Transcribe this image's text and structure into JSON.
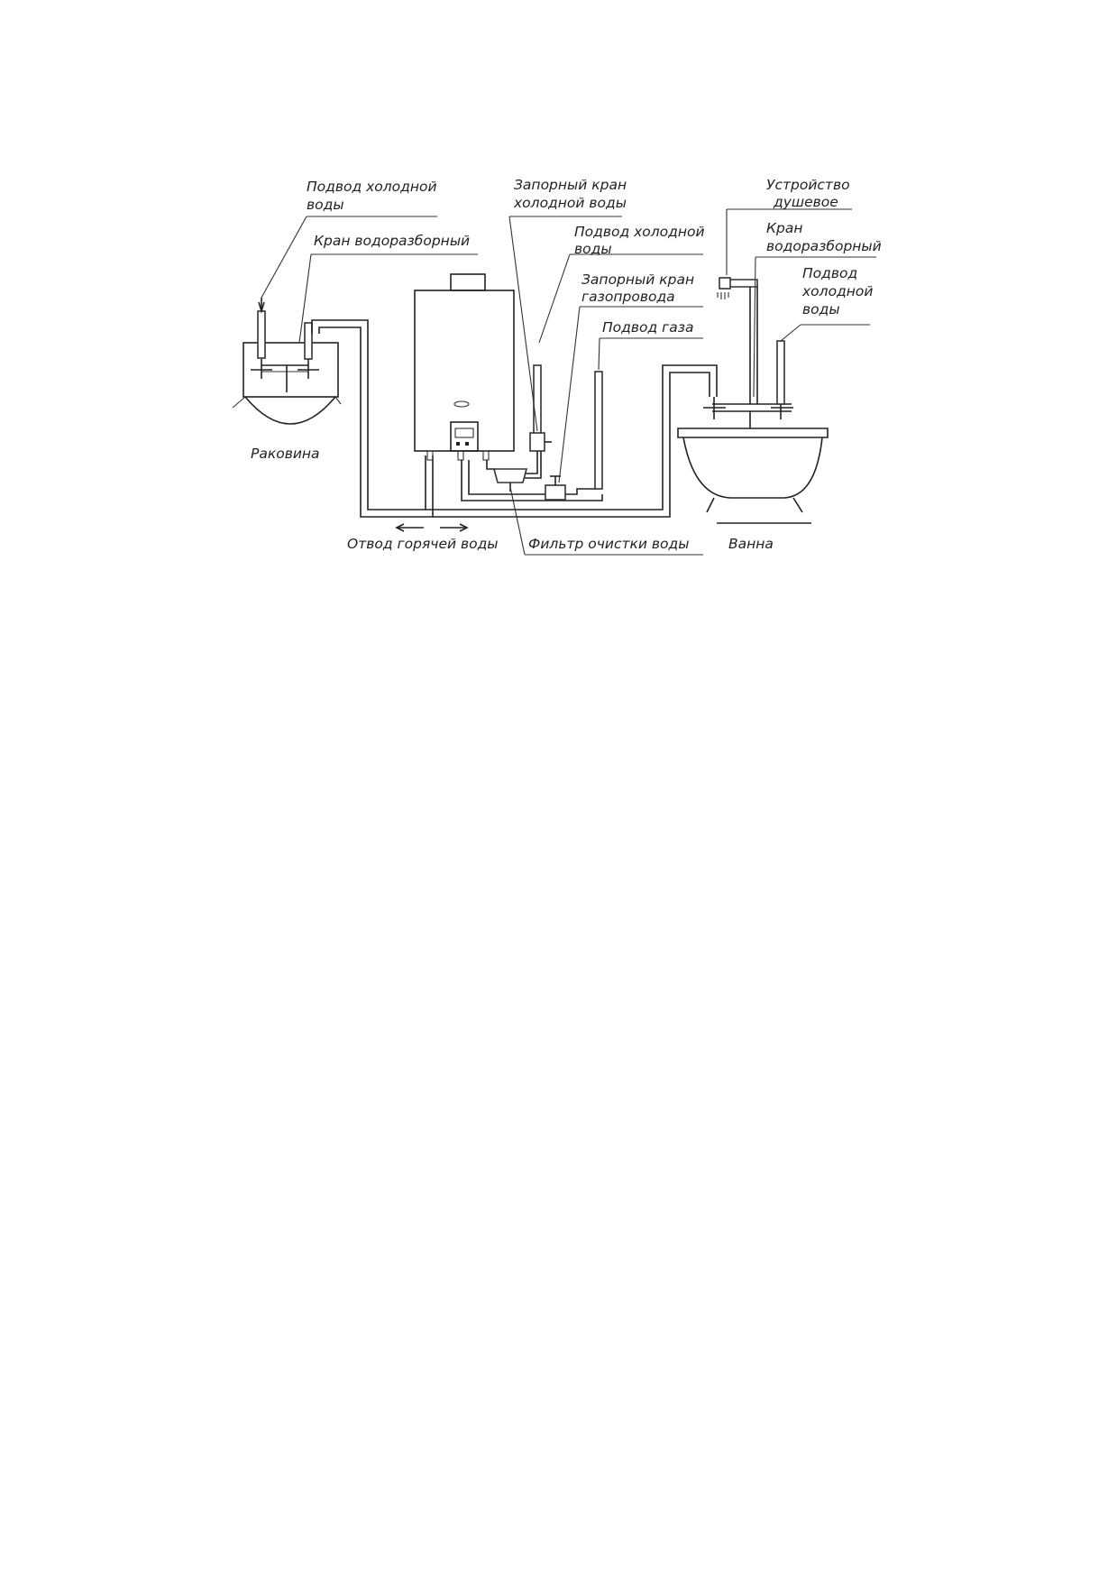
{
  "diagram": {
    "labels": {
      "sink_cold_supply_l1": "Подвод холодной",
      "sink_cold_supply_l2": "воды",
      "sink_faucet": "Кран водоразборный",
      "sink": "Раковина",
      "shutoff_cold_l1": "Запорный кран",
      "shutoff_cold_l2": "холодной воды",
      "heater_cold_supply_l1": "Подвод холодной",
      "heater_cold_supply_l2": "воды",
      "shutoff_gas_l1": "Запорный кран",
      "shutoff_gas_l2": "газопровода",
      "gas_supply": "Подвод газа",
      "hot_water_outlet": "Отвод горячей воды",
      "water_filter": "Фильтр очистки воды",
      "shower_l1": "Устройство",
      "shower_l2": "душевое",
      "bath_faucet_l1": "Кран",
      "bath_faucet_l2": "водоразборный",
      "bath_cold_supply_l1": "Подвод",
      "bath_cold_supply_l2": "холодной",
      "bath_cold_supply_l3": "воды",
      "bath": "Ванна"
    }
  }
}
